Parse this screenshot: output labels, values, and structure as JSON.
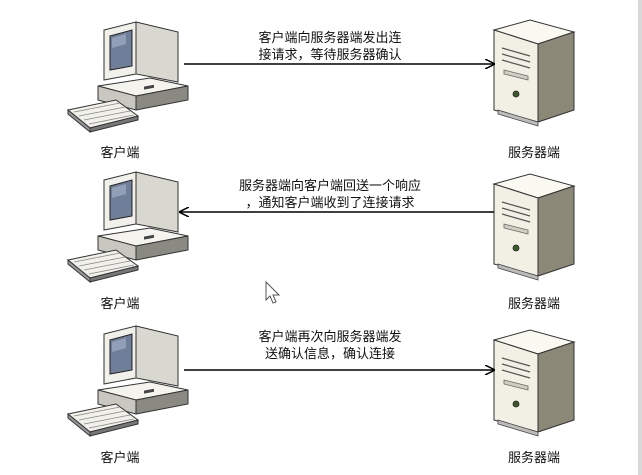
{
  "steps": [
    {
      "client_label": "客户端",
      "server_label": "服务器端",
      "message_line1": "客户端向服务器端发出连",
      "message_line2": "接请求，等待服务器确认",
      "direction": "client-to-server"
    },
    {
      "client_label": "客户端",
      "server_label": "服务器端",
      "message_line1": "服务器端向客户端回送一个响应",
      "message_line2": "，通知客户端收到了连接请求",
      "direction": "server-to-client"
    },
    {
      "client_label": "客户端",
      "server_label": "服务器端",
      "message_line1": "客户端再次向服务器端发",
      "message_line2": "送确认信息，确认连接",
      "direction": "client-to-server"
    }
  ],
  "colors": {
    "arrow": "#000000",
    "computer_body": "#f1f0ea",
    "computer_shadow": "#6e6e66",
    "screen": "#6f7f9a",
    "server_body": "#f4f2e6",
    "server_shadow": "#8b8878"
  }
}
